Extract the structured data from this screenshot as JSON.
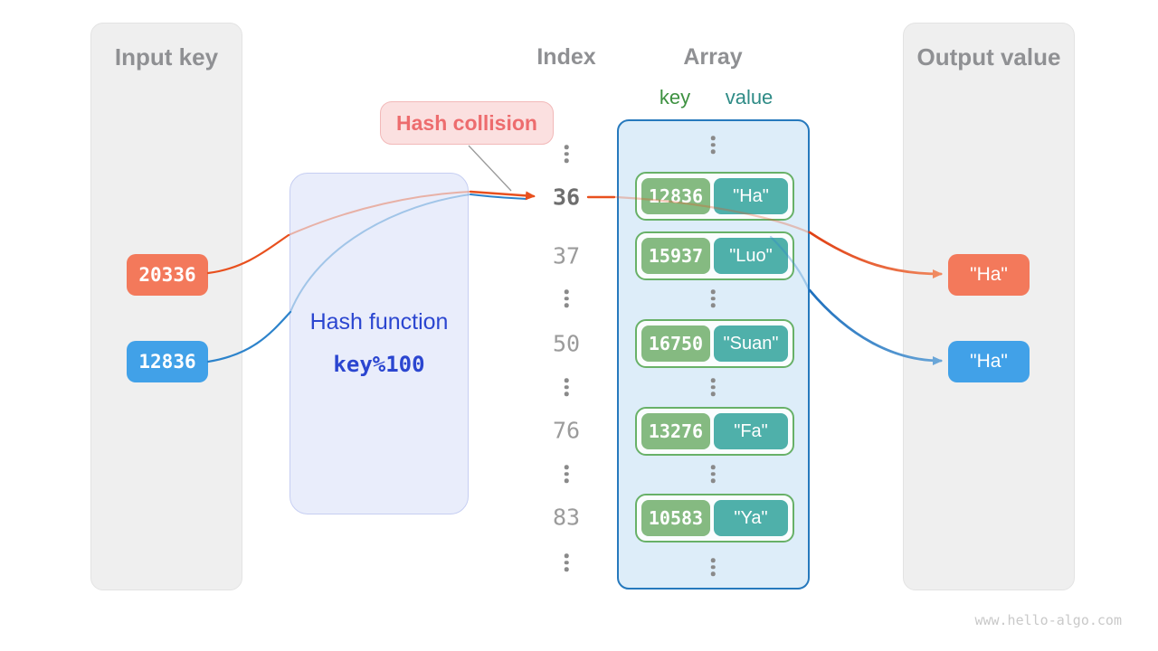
{
  "input_panel": {
    "title": "Input key",
    "keys": [
      {
        "value": "20336",
        "color": "#f3795b"
      },
      {
        "value": "12836",
        "color": "#41a1e8"
      }
    ]
  },
  "hash_function": {
    "label": "Hash function",
    "formula": "key%100"
  },
  "collision": {
    "label": "Hash collision"
  },
  "index_column": {
    "title": "Index",
    "values": [
      "36",
      "37",
      "50",
      "76",
      "83"
    ]
  },
  "array_panel": {
    "title": "Array",
    "key_header": "key",
    "value_header": "value",
    "rows": [
      {
        "key": "12836",
        "value": "\"Ha\""
      },
      {
        "key": "15937",
        "value": "\"Luo\""
      },
      {
        "key": "16750",
        "value": "\"Suan\""
      },
      {
        "key": "13276",
        "value": "\"Fa\""
      },
      {
        "key": "10583",
        "value": "\"Ya\""
      }
    ]
  },
  "output_panel": {
    "title": "Output value",
    "values": [
      {
        "value": "\"Ha\"",
        "color": "#f3795b"
      },
      {
        "value": "\"Ha\"",
        "color": "#41a1e8"
      }
    ]
  },
  "watermark": "www.hello-algo.com",
  "colors": {
    "orange_box": "#f3795b",
    "blue_box": "#41a1e8",
    "key_green": "#85ba81",
    "value_teal": "#4fb0aa",
    "arrow_orange": "#e8501e",
    "arrow_blue": "#2d83cb",
    "array_bg": "#ddedf9",
    "array_border": "#2679bd",
    "hash_bg": "#e9edfb",
    "hash_text": "#2b46d0",
    "collision_bg": "#fbe0e0",
    "collision_text": "#ed6c6e",
    "gray_panel": "#efefef",
    "gray_text": "#8f9093"
  }
}
